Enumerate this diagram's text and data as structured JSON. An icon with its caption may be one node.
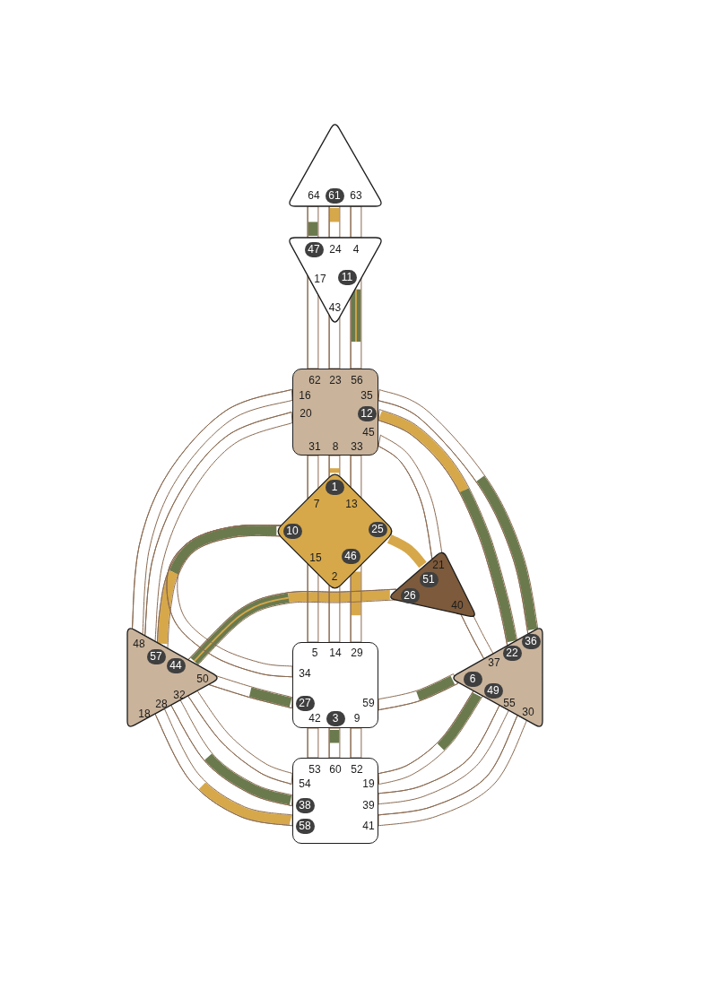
{
  "diagram": {
    "nodes": [
      {
        "text": [
          "64",
          "63"
        ]
      },
      {
        "text": [
          "61"
        ],
        "in": 0
      },
      {
        "text": [
          "24",
          "4",
          "17",
          "43"
        ]
      },
      {
        "text": [
          "47"
        ],
        "in": 2
      },
      {
        "text": [
          "11"
        ],
        "in": 2
      },
      {
        "text": [
          "62",
          "23",
          "56",
          "16",
          "35",
          "20",
          "45",
          "31",
          "8",
          "33"
        ]
      },
      {
        "text": [
          "12"
        ],
        "in": 5
      },
      {
        "text": [
          "7",
          "13",
          "15",
          "2"
        ]
      },
      {
        "text": [
          "1"
        ],
        "in": 7
      },
      {
        "text": [
          "10"
        ],
        "in": 7
      },
      {
        "text": [
          "25"
        ],
        "in": 7
      },
      {
        "text": [
          "46"
        ],
        "in": 7
      },
      {
        "text": [
          "21",
          "40"
        ]
      },
      {
        "text": [
          "51"
        ],
        "in": 12
      },
      {
        "text": [
          "26"
        ],
        "in": 12
      },
      {
        "text": [
          "48",
          "50",
          "32",
          "28",
          "18"
        ]
      },
      {
        "text": [
          "57"
        ],
        "in": 15
      },
      {
        "text": [
          "44"
        ],
        "in": 15
      },
      {
        "text": [
          "5",
          "14",
          "29",
          "34",
          "59",
          "42",
          "9"
        ]
      },
      {
        "text": [
          "27"
        ],
        "in": 18
      },
      {
        "text": [
          "3"
        ],
        "in": 18
      },
      {
        "text": [
          "37",
          "55",
          "30"
        ]
      },
      {
        "text": [
          "36"
        ],
        "in": 21
      },
      {
        "text": [
          "22"
        ],
        "in": 21
      },
      {
        "text": [
          "6"
        ],
        "in": 21
      },
      {
        "text": [
          "49"
        ],
        "in": 21
      },
      {
        "text": [
          "53",
          "60",
          "52",
          "54",
          "19",
          "39",
          "41"
        ]
      },
      {
        "text": [
          "38"
        ],
        "in": 26
      },
      {
        "text": [
          "58"
        ],
        "in": 26
      }
    ],
    "edges": [
      {
        "from": 0,
        "to": 2,
        "arrow": "none"
      },
      {
        "from": 0,
        "to": 2,
        "arrow": "none"
      },
      {
        "from": 0,
        "to": 2,
        "arrow": "none"
      },
      {
        "from": 2,
        "to": 5,
        "arrow": "none"
      },
      {
        "from": 2,
        "to": 5,
        "arrow": "none"
      },
      {
        "from": 2,
        "to": 5,
        "arrow": "none"
      },
      {
        "from": 5,
        "to": 15,
        "arrow": "none"
      },
      {
        "from": 5,
        "to": 15,
        "arrow": "none"
      },
      {
        "from": 5,
        "to": 7,
        "arrow": "none"
      },
      {
        "from": 5,
        "to": 7,
        "arrow": "none"
      },
      {
        "from": 5,
        "to": 7,
        "arrow": "none"
      },
      {
        "from": 5,
        "to": 12,
        "arrow": "none"
      },
      {
        "from": 5,
        "to": 21,
        "arrow": "none"
      },
      {
        "from": 5,
        "to": 21,
        "arrow": "none"
      },
      {
        "from": 7,
        "to": 15,
        "arrow": "none"
      },
      {
        "from": 7,
        "to": 18,
        "arrow": "none"
      },
      {
        "from": 7,
        "to": 12,
        "arrow": "none",
        "style": "thick",
        "color": "#d6a84a"
      },
      {
        "from": 7,
        "to": 18,
        "arrow": "none"
      },
      {
        "from": 7,
        "to": 18,
        "arrow": "none"
      },
      {
        "from": 7,
        "to": 18,
        "arrow": "none"
      },
      {
        "from": 12,
        "to": 15,
        "arrow": "none"
      },
      {
        "from": 12,
        "to": 21,
        "arrow": "none"
      },
      {
        "from": 15,
        "to": 18,
        "arrow": "none"
      },
      {
        "from": 15,
        "to": 26,
        "arrow": "none"
      },
      {
        "from": 15,
        "to": 26,
        "arrow": "none"
      },
      {
        "from": 15,
        "to": 26,
        "arrow": "none"
      },
      {
        "from": 18,
        "to": 21,
        "arrow": "none"
      },
      {
        "from": 18,
        "to": 26,
        "arrow": "none"
      },
      {
        "from": 18,
        "to": 26,
        "arrow": "none"
      },
      {
        "from": 18,
        "to": 26,
        "arrow": "none"
      },
      {
        "from": 21,
        "to": 26,
        "arrow": "none"
      },
      {
        "from": 21,
        "to": 26,
        "arrow": "none"
      },
      {
        "from": 21,
        "to": 26,
        "arrow": "none"
      },
      {
        "from": 2,
        "to": null,
        "arrow": "none",
        "style": "thick",
        "color": "#6b7a4d"
      },
      {
        "from": 0,
        "to": null,
        "arrow": "none",
        "style": "thick",
        "color": "#d6a84a"
      },
      {
        "from": 2,
        "to": null,
        "arrow": "none",
        "style": "thick",
        "color": "#6b7a4d"
      },
      {
        "from": 2,
        "to": null,
        "arrow": "none",
        "color": "#d6a84a"
      },
      {
        "from": 5,
        "to": null,
        "arrow": "none",
        "style": "thick",
        "color": "#d6a84a"
      },
      {
        "from": 21,
        "to": null,
        "arrow": "none",
        "style": "thick",
        "color": "#6b7a4d"
      },
      {
        "from": 21,
        "to": null,
        "arrow": "none",
        "style": "thick",
        "color": "#6b7a4d"
      },
      {
        "from": 7,
        "to": null,
        "arrow": "none",
        "style": "thick",
        "color": "#d6a84a"
      },
      {
        "from": 7,
        "to": null,
        "arrow": "none",
        "style": "thick",
        "color": "#6b7a4d"
      },
      {
        "from": 15,
        "to": null,
        "arrow": "none",
        "style": "thick",
        "color": "#d6a84a"
      },
      {
        "from": 7,
        "to": null,
        "arrow": "none",
        "style": "thick",
        "color": "#d6a84a"
      },
      {
        "from": 12,
        "to": null,
        "arrow": "none",
        "style": "thick",
        "color": "#d6a84a"
      },
      {
        "from": 15,
        "to": null,
        "arrow": "none",
        "style": "thick",
        "color": "#6b7a4d"
      },
      {
        "from": 15,
        "to": null,
        "arrow": "none",
        "color": "#d6a84a"
      },
      {
        "from": 18,
        "to": null,
        "arrow": "none",
        "style": "thick",
        "color": "#6b7a4d"
      },
      {
        "from": 18,
        "to": null,
        "arrow": "none",
        "style": "thick",
        "color": "#6b7a4d"
      },
      {
        "from": 21,
        "to": null,
        "arrow": "none",
        "style": "thick",
        "color": "#6b7a4d"
      },
      {
        "from": 21,
        "to": null,
        "arrow": "none",
        "style": "thick",
        "color": "#6b7a4d"
      },
      {
        "from": 26,
        "to": null,
        "arrow": "none",
        "style": "thick",
        "color": "#6b7a4d"
      },
      {
        "from": 26,
        "to": null,
        "arrow": "none",
        "style": "thick",
        "color": "#d6a84a"
      }
    ]
  }
}
